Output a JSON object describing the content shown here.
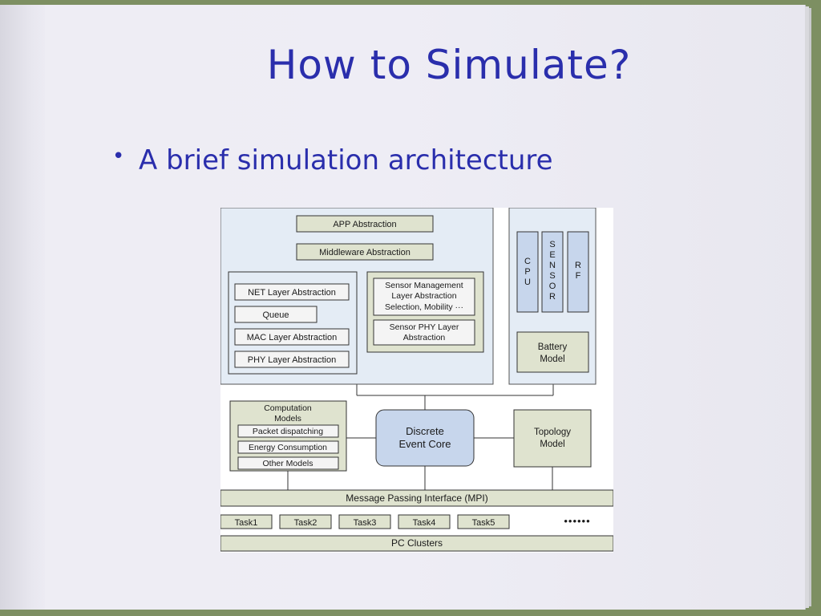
{
  "slide": {
    "title": "How to Simulate?",
    "bullet": "A brief simulation architecture"
  },
  "diagram": {
    "app_abstraction": "APP  Abstraction",
    "middleware_abstraction": "Middleware Abstraction",
    "net_layer": "NET Layer Abstraction",
    "queue": "Queue",
    "mac_layer": "MAC Layer Abstraction",
    "phy_layer": "PHY Layer Abstraction",
    "sensor_mgmt": [
      "Sensor Management",
      "Layer Abstraction",
      "Selection, Mobility ···"
    ],
    "sensor_phy": [
      "Sensor PHY Layer",
      "Abstraction"
    ],
    "cpu_letters": [
      "C",
      "P",
      "U"
    ],
    "sensor_letters": [
      "S",
      "E",
      "N",
      "S",
      "O",
      "R"
    ],
    "rf_letters": [
      "R",
      "F"
    ],
    "battery_model": [
      "Battery",
      "Model"
    ],
    "computation_models": [
      "Computation",
      "Models"
    ],
    "packet_dispatching": "Packet dispatching",
    "energy_consumption": "Energy Consumption",
    "other_models": "Other Models",
    "discrete_event_core": [
      "Discrete",
      "Event Core"
    ],
    "topology_model": [
      "Topology",
      "Model"
    ],
    "mpi": "Message Passing Interface (MPI)",
    "tasks": [
      "Task1",
      "Task2",
      "Task3",
      "Task4",
      "Task5"
    ],
    "ellipsis": "••••••",
    "pc_clusters": "PC Clusters"
  },
  "colors": {
    "title": "#2a2eac",
    "panel_fill": "#e4ecf5",
    "box_fill": "#dfe3cf",
    "core_fill": "#c7d6ec"
  }
}
